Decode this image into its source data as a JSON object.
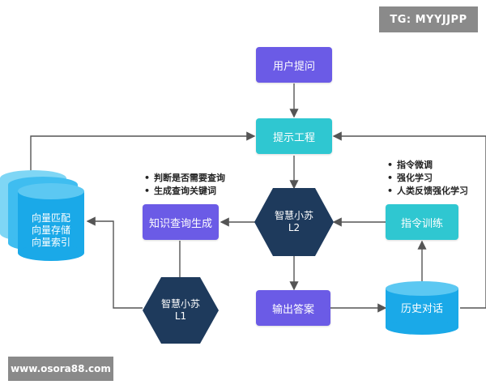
{
  "nodes": {
    "user_question": "用户提问",
    "prompt_engineering": "提示工程",
    "knowledge_query": "知识查询生成",
    "instruction_training": "指令训练",
    "output_answer": "输出答案",
    "history_dialog": "历史对话",
    "l2_name": "智慧小苏",
    "l2_level": "L2",
    "l1_name": "智慧小苏",
    "l1_level": "L1",
    "vector_db": [
      "向量匹配",
      "向量存储",
      "向量索引"
    ]
  },
  "notes": {
    "left": [
      "判断是否需要查询",
      "生成查询关键词"
    ],
    "right": [
      "指令微调",
      "强化学习",
      "人类反馈强化学习"
    ]
  },
  "watermarks": {
    "tg": "TG: MYYJJPP",
    "url": "www.osora88.com"
  },
  "colors": {
    "purple": "#6b5be6",
    "teal": "#2fc7d1",
    "hexagon": "#1e3a5c",
    "cylinder": "#1aa9e8",
    "cylinder_back": "#7fd6f5",
    "arrow": "#555555"
  }
}
